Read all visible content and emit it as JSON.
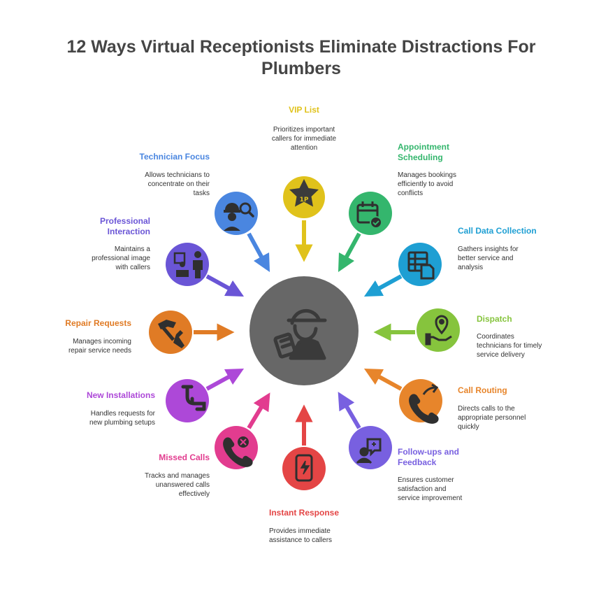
{
  "title": {
    "line1": "12 Ways Virtual Receptionists Eliminate Distractions For",
    "line2": "Plumbers"
  },
  "colors": {
    "hub": "#676767",
    "title": "#454545",
    "text": "#333333"
  },
  "items": [
    {
      "key": "vip",
      "color": "#e0c21b",
      "icon": "star-badge-icon",
      "label": [
        "VIP List"
      ],
      "desc": [
        "Prioritizes important",
        "callers for immediate",
        "attention"
      ]
    },
    {
      "key": "appointment",
      "color": "#34b66d",
      "icon": "calendar-check-icon",
      "label": [
        "Appointment",
        "Scheduling"
      ],
      "desc": [
        "Manages bookings",
        "efficiently to avoid",
        "conflicts"
      ]
    },
    {
      "key": "call-data",
      "color": "#1e9fd3",
      "icon": "spreadsheet-document-icon",
      "label": [
        "Call Data Collection"
      ],
      "desc": [
        "Gathers insights for",
        "better service and",
        "analysis"
      ]
    },
    {
      "key": "dispatch",
      "color": "#86c43d",
      "icon": "map-pin-hand-icon",
      "label": [
        "Dispatch"
      ],
      "desc": [
        "Coordinates",
        "technicians for timely",
        "service delivery"
      ]
    },
    {
      "key": "call-routing",
      "color": "#e7852b",
      "icon": "phone-forward-icon",
      "label": [
        "Call Routing"
      ],
      "desc": [
        "Directs calls to the",
        "appropriate personnel",
        "quickly"
      ]
    },
    {
      "key": "follow-ups",
      "color": "#7860e0",
      "icon": "feedback-chat-icon",
      "label": [
        "Follow-ups and",
        "Feedback"
      ],
      "desc": [
        "Ensures customer",
        "satisfaction and",
        "service improvement"
      ]
    },
    {
      "key": "instant-response",
      "color": "#e44545",
      "icon": "phone-lightning-icon",
      "label": [
        "Instant Response"
      ],
      "desc": [
        "Provides immediate",
        "assistance to callers"
      ]
    },
    {
      "key": "missed-calls",
      "color": "#e23c8f",
      "icon": "missed-call-icon",
      "label": [
        "Missed Calls"
      ],
      "desc": [
        "Tracks and manages",
        "unanswered calls",
        "effectively"
      ]
    },
    {
      "key": "new-installations",
      "color": "#ad48d8",
      "icon": "pipe-faucet-icon",
      "label": [
        "New Installations"
      ],
      "desc": [
        "Handles requests for",
        "new plumbing setups"
      ]
    },
    {
      "key": "repair-requests",
      "color": "#e07b25",
      "icon": "hammer-wrench-icon",
      "label": [
        "Repair Requests"
      ],
      "desc": [
        "Manages incoming",
        "repair service needs"
      ]
    },
    {
      "key": "professional-interaction",
      "color": "#6a55d6",
      "icon": "meeting-people-icon",
      "label": [
        "Professional",
        "Interaction"
      ],
      "desc": [
        "Maintains a",
        "professional image",
        "with callers"
      ]
    },
    {
      "key": "technician-focus",
      "color": "#4a86e0",
      "icon": "technician-search-icon",
      "label": [
        "Technician Focus"
      ],
      "desc": [
        "Allows technicians to",
        "concentrate on their",
        "tasks"
      ]
    }
  ]
}
